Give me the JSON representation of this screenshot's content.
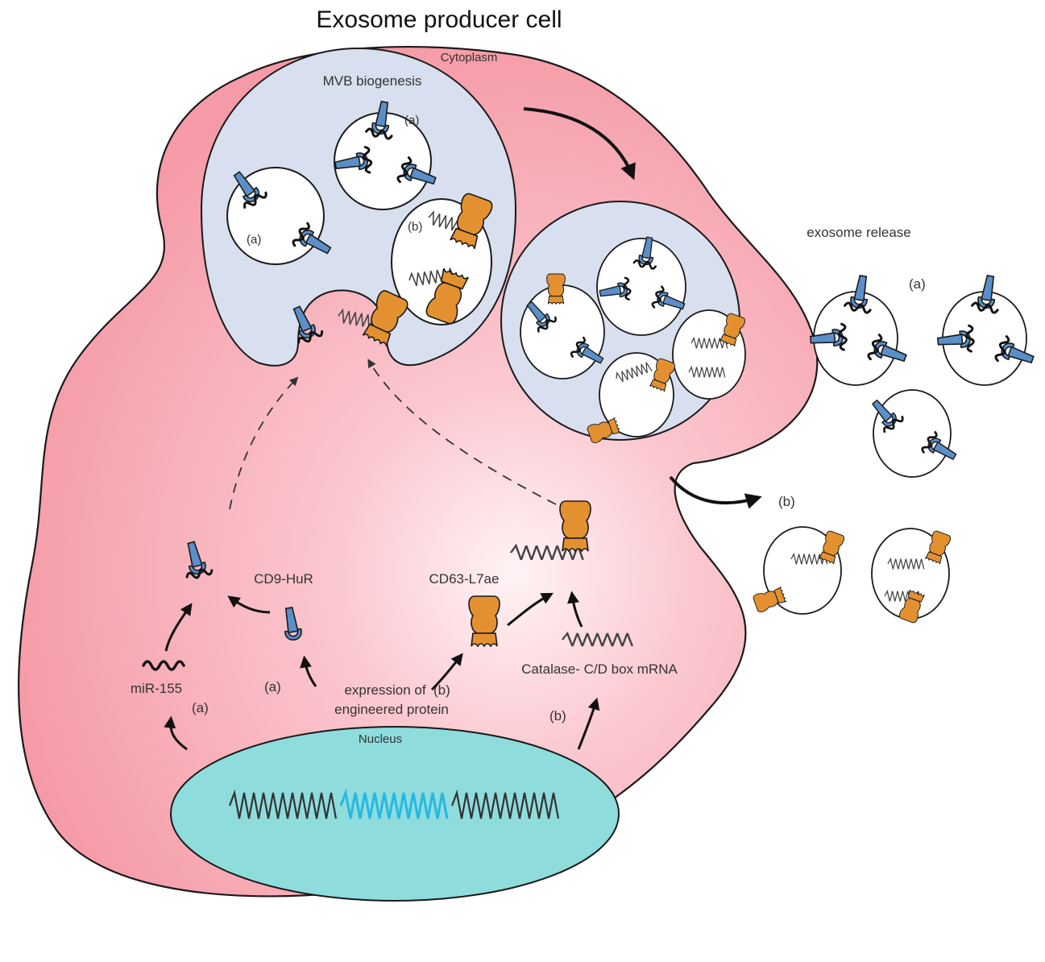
{
  "title": "Exosome producer cell",
  "labels": {
    "cytoplasm": "Cytoplasm",
    "mvb": "MVB biogenesis",
    "exosome_release": "exosome release",
    "nucleus": "Nucleus",
    "mir155": "miR-155",
    "cd9_hur": "CD9-HuR",
    "cd63_l7ae": "CD63-L7ae",
    "catalase": "Catalase- C/D box mRNA",
    "expression_line1": "expression of",
    "expression_line2": "engineered protein",
    "tag_a": "(a)",
    "tag_b": "(b)"
  },
  "colors": {
    "cell": "#f6a3ae",
    "cell_light": "#fde6ea",
    "mvb": "#d8dfee",
    "nucleus": "#8fdcdd",
    "cd9": "#5a8fc8",
    "cd63": "#e39130",
    "dna_highlight": "#26b8e0",
    "outline": "#1a1a1a"
  }
}
